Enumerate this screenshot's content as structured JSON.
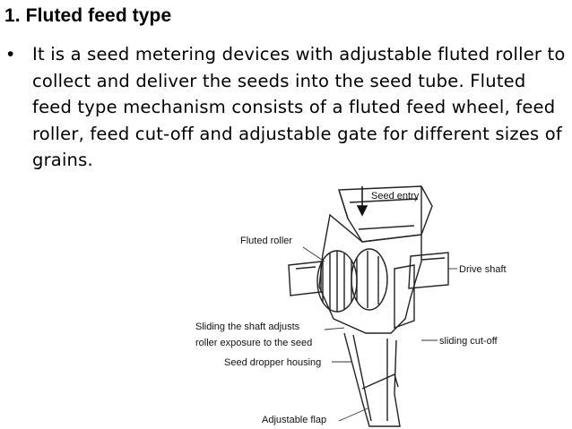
{
  "slide": {
    "title": "1. Fluted feed type",
    "bullet_marker": "•",
    "bullet_text": "It is a seed metering devices with adjustable fluted roller to collect and deliver the seeds into the seed tube. Fluted feed type mechanism consists of a fluted feed wheel, feed roller, feed cut-off and adjustable gate for different sizes of grains."
  },
  "figure": {
    "labels": {
      "seed_entry": "Seed entry",
      "fluted_roller": "Fluted roller",
      "drive_shaft": "Drive shaft",
      "sliding_shaft_line1": "Sliding the shaft adjusts",
      "sliding_shaft_line2": "roller exposure to the seed",
      "sliding_cutoff": "sliding cut-off",
      "seed_dropper_housing": "Seed dropper housing",
      "adjustable_flap": "Adjustable flap"
    }
  }
}
